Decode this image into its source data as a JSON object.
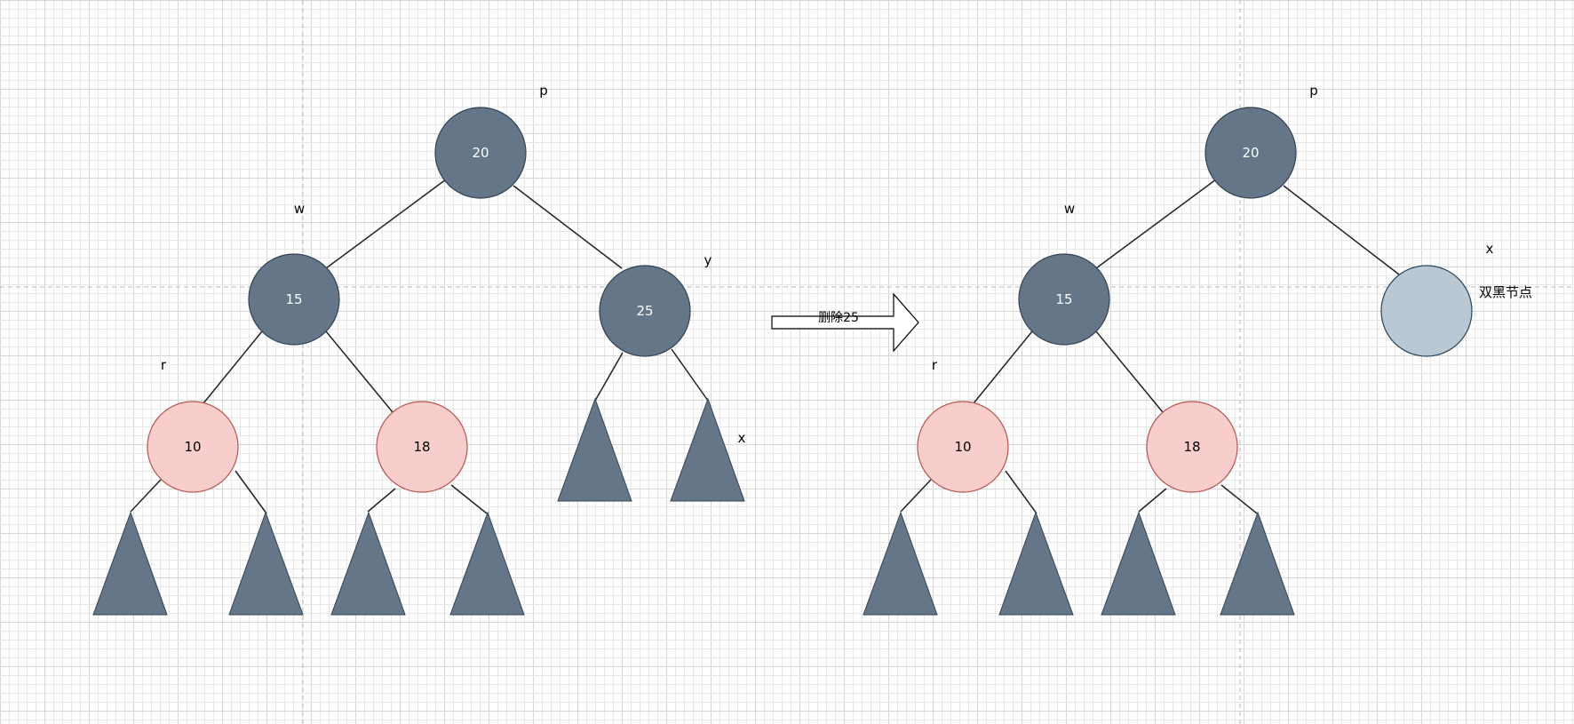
{
  "colors": {
    "background": "#ffffff",
    "grid_minor": "#e8e8e8",
    "grid_major": "#d6d6d6",
    "guide": "#b8b8b8",
    "black_node_fill": "#647687",
    "black_node_stroke": "#314354",
    "red_node_fill": "#f8cecc",
    "red_node_stroke": "#b85450",
    "double_black_fill": "#bac8d3",
    "double_black_stroke": "#23445d",
    "edge": "#222222",
    "black_text": "#ffffff",
    "red_text": "#000000",
    "label_text": "#000000"
  },
  "left_tree": {
    "nodes": {
      "n20": {
        "value": "20",
        "color": "black"
      },
      "n15": {
        "value": "15",
        "color": "black"
      },
      "n25": {
        "value": "25",
        "color": "black"
      },
      "n10": {
        "value": "10",
        "color": "red"
      },
      "n18": {
        "value": "18",
        "color": "red"
      }
    },
    "labels": {
      "p": "p",
      "w": "w",
      "y": "y",
      "r": "r",
      "x": "x"
    }
  },
  "arrow": {
    "label": "删除25"
  },
  "right_tree": {
    "nodes": {
      "n20": {
        "value": "20",
        "color": "black"
      },
      "n15": {
        "value": "15",
        "color": "black"
      },
      "n10": {
        "value": "10",
        "color": "red"
      },
      "n18": {
        "value": "18",
        "color": "red"
      },
      "dbl": {
        "value": "",
        "color": "double-black"
      }
    },
    "labels": {
      "p": "p",
      "w": "w",
      "x": "x",
      "r": "r",
      "double_black": "双黑节点"
    }
  }
}
